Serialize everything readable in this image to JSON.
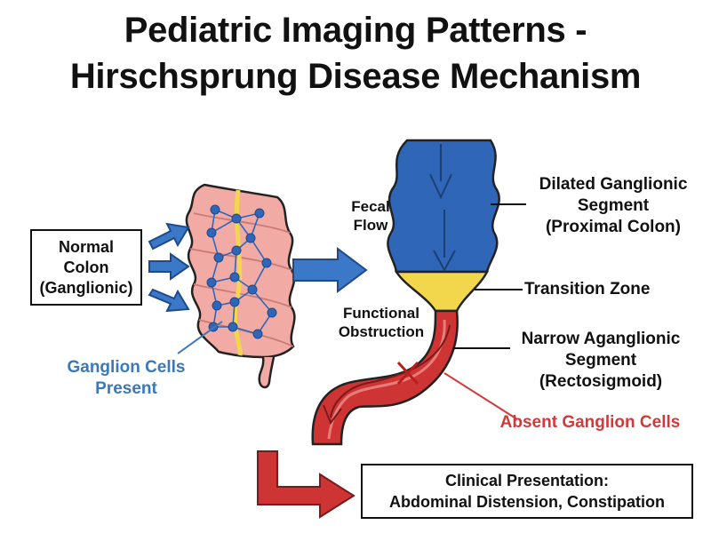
{
  "title_line1": "Pediatric Imaging Patterns -",
  "title_line2": "Hirschsprung Disease Mechanism",
  "normal_colon": {
    "line1": "Normal",
    "line2": "Colon",
    "line3": "(Ganglionic)"
  },
  "ganglion_present": {
    "line1": "Ganglion Cells",
    "line2": "Present"
  },
  "fecal_flow": {
    "line1": "Fecal",
    "line2": "Flow"
  },
  "functional_obstruction": {
    "line1": "Functional",
    "line2": "Obstruction"
  },
  "dilated_segment": {
    "line1": "Dilated Ganglionic",
    "line2": "Segment",
    "line3": "(Proximal Colon)"
  },
  "transition_zone": "Transition Zone",
  "narrow_segment": {
    "line1": "Narrow Aganglionic",
    "line2": "Segment",
    "line3": "(Rectosigmoid)"
  },
  "absent_ganglion": "Absent Ganglion Cells",
  "clinical": {
    "line1": "Clinical Presentation:",
    "line2": "Abdominal Distension, Constipation"
  },
  "colors": {
    "blue": "#2f66b8",
    "arrow_blue": "#3b78c8",
    "yellow": "#f2d64b",
    "red": "#cf3434",
    "pink": "#f2aaa4",
    "label_blue": "#3a78b8",
    "label_red": "#d23a3a"
  }
}
